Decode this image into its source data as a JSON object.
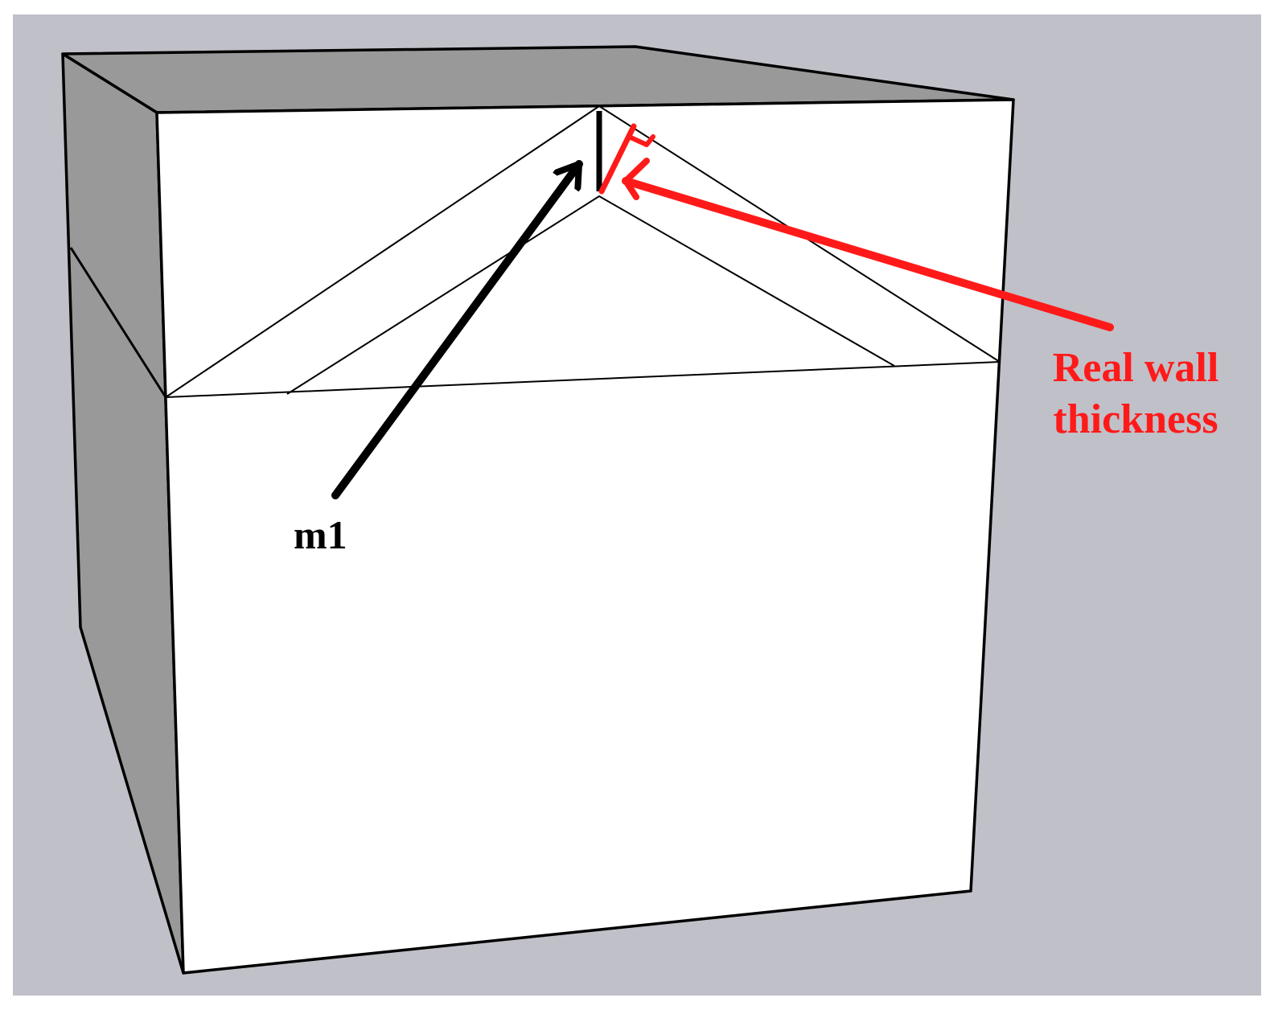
{
  "colors": {
    "canvas": "#c0c0c8",
    "top_face": "#999999",
    "left_face": "#999999",
    "front_face": "#ffffff",
    "edge": "#000000",
    "m1_annotation": "#000000",
    "wall_annotation": "#ff1a1a"
  },
  "labels": {
    "m1": "m1",
    "real_wall_line1": "Real wall",
    "real_wall_line2": "thickness"
  }
}
